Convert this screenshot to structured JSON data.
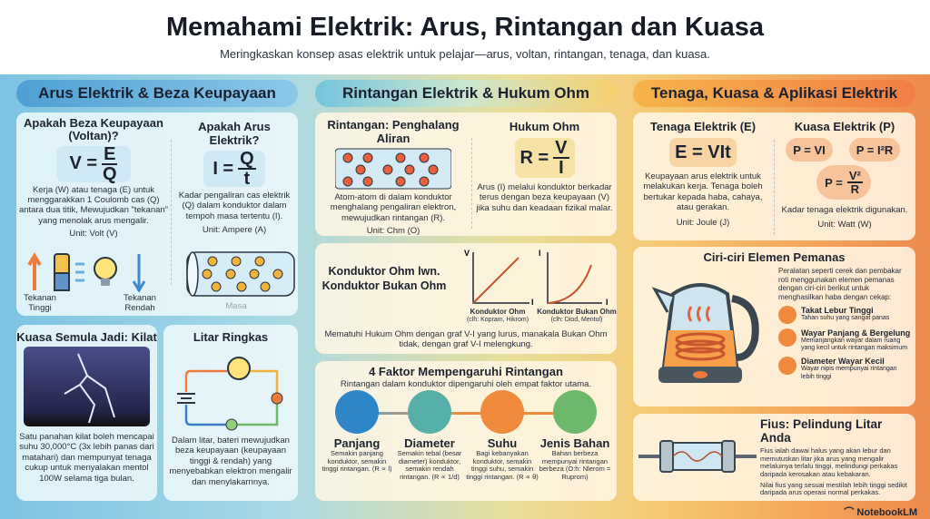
{
  "title": "Memahami Elektrik: Arus, Rintangan dan Kuasa",
  "subtitle": "Meringkaskan konsep asas elektrik untuk pelajar—arus, voltan, rintangan, tenaga, dan kuasa.",
  "col1": {
    "header": "Arus Elektrik & Beza Keupayaan",
    "voltage": {
      "title": "Apakah Beza Keupayaan (Voltan)?",
      "lhs": "V =",
      "num": "E",
      "den": "Q",
      "text": "Kerja (W) atau tenaga (E) untuk menggarakkan 1 Coulomb cas (Q) antara dua titik, Mewujudkan \"tekanan\" yang menolak arus mengalir.",
      "unit": "Unit: Volt (V)",
      "high": "Tekanan Tinggi",
      "low": "Tekanan Rendah"
    },
    "current": {
      "title": "Apakah Arus Elektrik?",
      "lhs": "I =",
      "num": "Q",
      "den": "t",
      "text": "Kadar pengaliran cas elektrik (Q) dalam konduktor dalam tempoh masa tertentu (I).",
      "unit": "Unit: Ampere (A)",
      "caption": "Masa"
    },
    "lightning": {
      "title": "Kuasa Semula Jadi: Kilat",
      "text": "Satu panahan kilat boleh mencapai suhu 30,000°C (3x lebih panas dari matahari) dan mempunyat tenaga cukup untuk menyalakan mentol 100W selama tiga bulan."
    },
    "circuit": {
      "title": "Litar Ringkas",
      "text": "Dalam litar, bateri mewujudkan beza keupayaan (keupayaan tinggi & rendah) yang menyebabkan elektron mengalir dan menylakarnnya."
    }
  },
  "col2": {
    "header": "Rintangan Elektrik & Hukum Ohm",
    "resistance": {
      "title": "Rintangan: Penghalang Aliran",
      "text": "Atom-atom di dalam konduktor menghalang pengaliran elektron, mewujudkan rintangan (R).",
      "unit": "Unit: Chm (O)"
    },
    "ohm": {
      "title": "Hukum Ohm",
      "lhs": "R =",
      "num": "V",
      "den": "I",
      "text": "Arus (I) melalui konduktor berkadar terus dengan beza keupayaan (V) jika suhu dan keadaan fizikal malar."
    },
    "compare": {
      "title": "Konduktor Ohm lwn. Konduktor Bukan Ohm",
      "graph1": {
        "y": "V",
        "x": "I",
        "label": "Konduktor Ohm",
        "example": "(clh: Kopram, Hikrom)"
      },
      "graph2": {
        "y": "I",
        "x": "I",
        "label": "Konduktor Bukan Ohm",
        "example": "(clh: Diod, Mentul)"
      },
      "text": "Mematuhi Hukum Ohm dengan graf V-I yang lurus, manakala Bukan Ohm tidak, dengan graf V-I melengkung."
    },
    "factors": {
      "title": "4 Faktor Mempengaruhi Rintangan",
      "subtitle": "Rintangan dalam konduktor dipengaruhi oleh empat faktor utama.",
      "items": [
        {
          "name": "Panjang",
          "text": "Semakin panjang konduktor, semakin tinggi rintangan. (R ∝ l)",
          "color": "#2f86c7"
        },
        {
          "name": "Diameter",
          "text": "Semakin tebal (besar diameter) konduktor, semakin rendah rintangan. (R ∝ 1/d)",
          "color": "#56b0a8"
        },
        {
          "name": "Suhu",
          "text": "Bagi kebanyakan konduktor, semakin tinggi suhu, semakin tinggi rintangan. (R ∝ θ)",
          "color": "#f08a3c"
        },
        {
          "name": "Jenis Bahan",
          "text": "Bahan berbeza mempunyai rintangan berbeza (O:h: Nlerom = Ruprom)",
          "color": "#6db86a"
        }
      ]
    }
  },
  "col3": {
    "header": "Tenaga, Kuasa & Aplikasi Elektrik",
    "energy": {
      "title": "Tenaga Elektrik (E)",
      "formula": "E = VIt",
      "text": "Keupayaan arus elektrik untuk melakukan kerja. Tenaga boleh bertukar kepada haba, cahaya, atau gerakan.",
      "unit": "Unit: Joule (J)"
    },
    "power": {
      "title": "Kuasa Elektrik (P)",
      "f1": "P = VI",
      "f2": "P = I²R",
      "f3lhs": "P =",
      "f3num": "V²",
      "f3den": "R",
      "text": "Kadar tenaga elektrik digunakan.",
      "unit": "Unit: Watt (W)"
    },
    "heater": {
      "title": "Ciri-ciri Elemen Pemanas",
      "intro": "Peralatan seperti cerek dan pembakar roti menggunakan elemen pemanas dengan ciri-ciri berikut untuk menghasilkan haba dengan cekap:",
      "items": [
        {
          "name": "Takat Lebur Tinggi",
          "text": "Tahan suhu yang sangat panas"
        },
        {
          "name": "Wayar Panjang & Bergelung",
          "text": "Memanjangkan wayar dalam ruang yang kecil untuk rintangan maksimum"
        },
        {
          "name": "Diameter Wayar Kecil",
          "text": "Wayar nipis mempunyai rintangan lebih tinggi"
        }
      ]
    },
    "fuse": {
      "title": "Fius: Pelindung Litar Anda",
      "text1": "Fius ialah dawai halus yang akan lebur dan memutuskan litar jika arus yang mengalir melaluinya terlalu tinggi, melindungi perkakas daripada kerosakan atau kebakaran.",
      "text2": "Nilai fius yang sesuai mestilah lebih tinggi sedikit daripada arus operasi normal perkakas."
    }
  },
  "brand": "NotebookLM"
}
